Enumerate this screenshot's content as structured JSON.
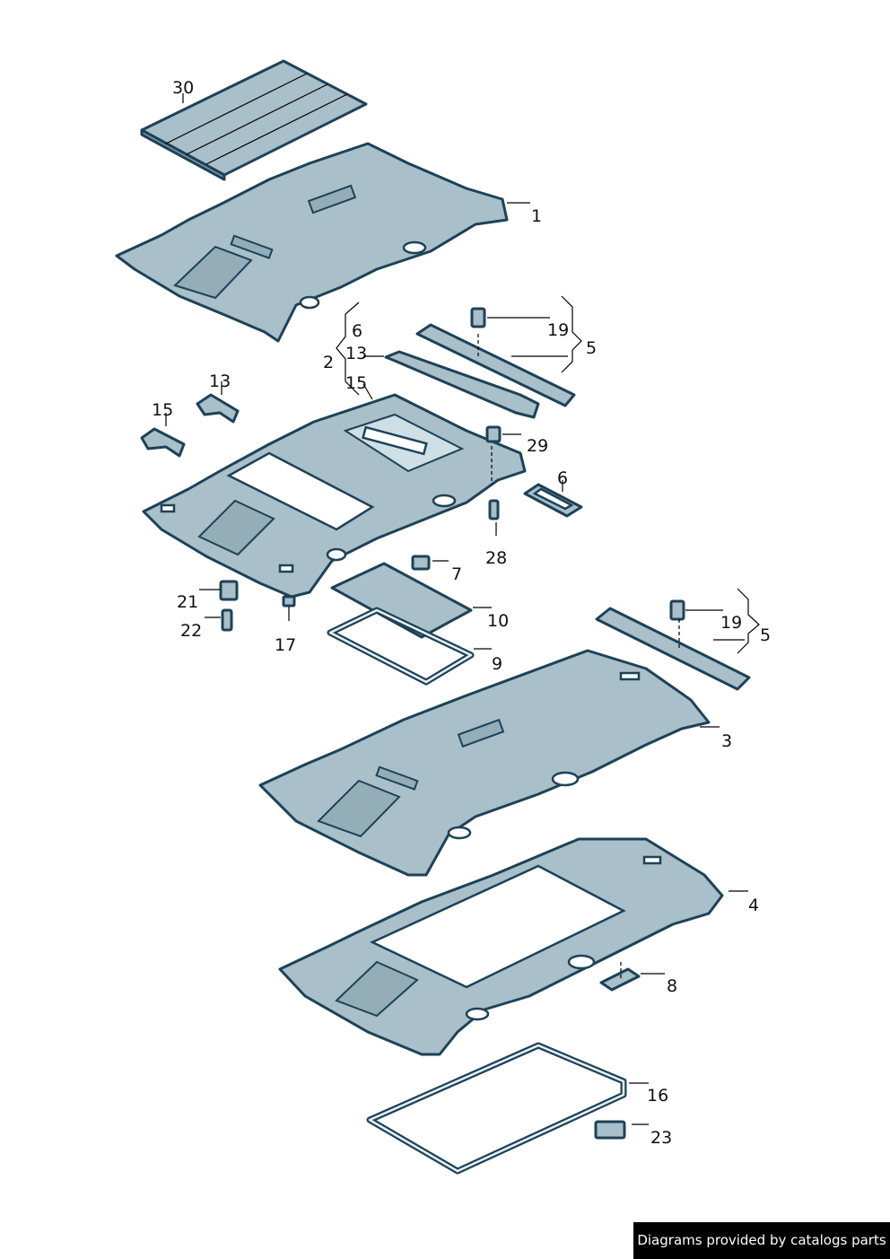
{
  "callouts": {
    "c30": "30",
    "c1": "1",
    "c6a": "6",
    "c2": "2",
    "c13a": "13",
    "c15a": "15",
    "c19a": "19",
    "c5a": "5",
    "c13b": "13",
    "c15b": "15",
    "c29": "29",
    "c6b": "6",
    "c28": "28",
    "c7": "7",
    "c21": "21",
    "c22": "22",
    "c17": "17",
    "c10": "10",
    "c9": "9",
    "c19b": "19",
    "c5b": "5",
    "c3": "3",
    "c4": "4",
    "c8": "8",
    "c16": "16",
    "c23": "23"
  },
  "footer": {
    "credit": "Diagrams provided by catalogs parts"
  },
  "colors": {
    "part_fill": "#a9bfc9",
    "outline": "#1d4257",
    "footer_bg": "#000000"
  }
}
